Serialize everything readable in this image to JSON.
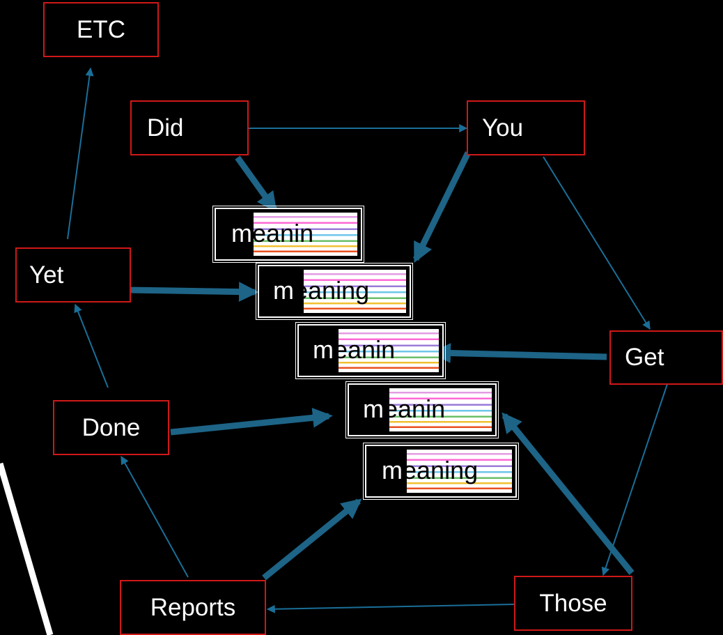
{
  "nodes": {
    "etc": "ETC",
    "did": "Did",
    "you": "You",
    "yet": "Yet",
    "get": "Get",
    "done": "Done",
    "reports": "Reports",
    "those": "Those"
  },
  "tags": [
    {
      "text": "meanin"
    },
    {
      "text": "meaning"
    },
    {
      "text": "meanin"
    },
    {
      "text": "meanin"
    },
    {
      "text": "meaning"
    }
  ],
  "colors": {
    "node_border": "#d01818",
    "thin_edge": "#1a6f99",
    "thick_edge": "#1d6487",
    "background": "#000000"
  }
}
